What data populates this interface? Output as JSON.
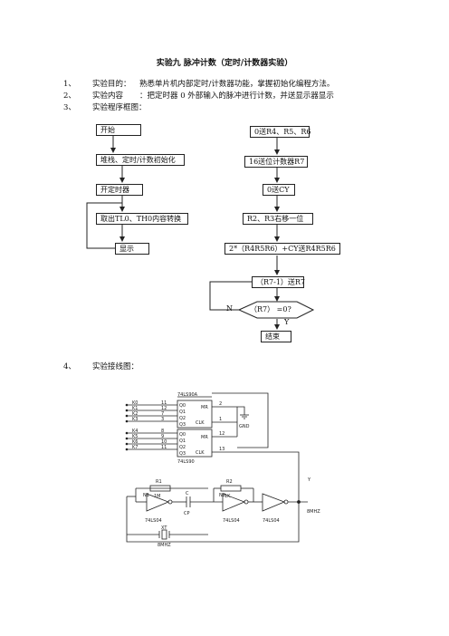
{
  "doc": {
    "title": "实验九   脉冲计数（定时/计数器实验）",
    "items": [
      {
        "num": "1、",
        "label": "实验目的：",
        "text": "熟悉单片机内部定时/计数器功能，掌握初始化编程方法。"
      },
      {
        "num": "2、",
        "label": "实验内容",
        "text": "：把定时器 0 外部输入的脉冲进行计数，并送显示器显示"
      },
      {
        "num": "3、",
        "label": "实验程序框图：",
        "text": ""
      },
      {
        "num": "4、",
        "label": "实验接线图：",
        "text": ""
      }
    ]
  },
  "flow_left": {
    "start": "开始",
    "init": "堆栈、定时/计数初始化",
    "open_timer": "开定时器",
    "fetch": "取出TL0、TH0内容转换",
    "display": "显示"
  },
  "flow_right": {
    "zero_regs": "0送R4、R5、R6",
    "sixteen": "16送位计数器R7",
    "zero_cy": "0送CY",
    "shift": "R2、R3右移一位",
    "double": "2*（R4R5R6）+CY送R4R5R6",
    "dec": "（R7-1）送R7",
    "cond": "（R7） =0?",
    "no": "N",
    "yes": "Y",
    "end": "结束"
  },
  "circuit": {
    "chip_top": "74LS90A",
    "chip_bottom": "74LS90",
    "inputs": [
      "K0",
      "K1",
      "K2",
      "K3",
      "K4",
      "K5",
      "K6",
      "K7"
    ],
    "pins_left": [
      "Q0",
      "Q1",
      "Q2",
      "Q3",
      "Q0",
      "Q1",
      "Q2",
      "Q3"
    ],
    "pin_nums_left": [
      "11",
      "12",
      "7",
      "3",
      "8",
      "9",
      "10",
      "11"
    ],
    "pins_right": [
      "MR",
      "",
      "MR",
      "CLK",
      "",
      "",
      "CLK"
    ],
    "right_nums": [
      "2",
      "1",
      "12",
      "13"
    ],
    "ground_label": "GND",
    "r1": "R1",
    "r1_val": "1M",
    "r2": "R2",
    "r2_val": "1K",
    "c": "C",
    "c_val": "CP",
    "inv1": "74LS04",
    "inv2": "74LS04",
    "inv3": "74LS04",
    "node1": "N1",
    "node2": "N2",
    "xtal": "XT",
    "xtal_val": "8MHZ",
    "out_label": "8MHZ",
    "y_label": "Y"
  }
}
